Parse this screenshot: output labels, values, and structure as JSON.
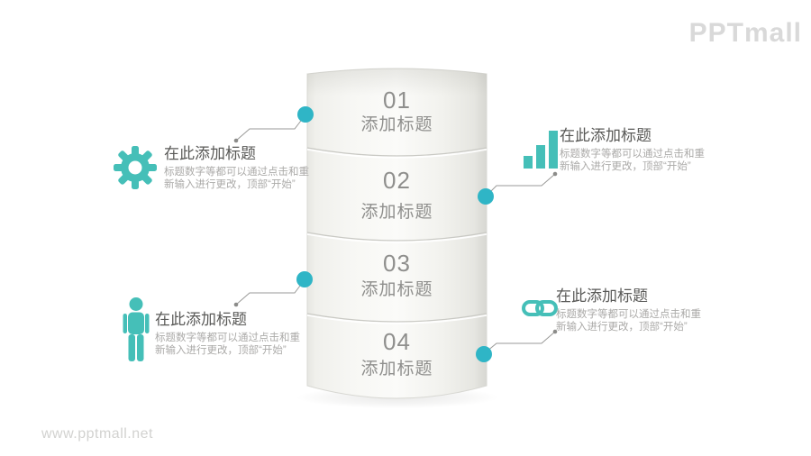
{
  "logo": {
    "text": "PPTmall"
  },
  "watermark": {
    "text": "www.pptmall.net"
  },
  "cylinder": {
    "sections": [
      {
        "number": "01",
        "title": "添加标题"
      },
      {
        "number": "02",
        "title": "添加标题"
      },
      {
        "number": "03",
        "title": "添加标题"
      },
      {
        "number": "04",
        "title": "添加标题"
      }
    ]
  },
  "callouts": {
    "top_left": {
      "icon": "gear-icon",
      "heading": "在此添加标题",
      "body_line1": "标题数字等都可以通过点击和重",
      "body_line2": "新输入进行更改，顶部“开始”"
    },
    "top_right": {
      "icon": "bar-chart-icon",
      "heading": "在此添加标题",
      "body_line1": "标题数字等都可以通过点击和重",
      "body_line2": "新输入进行更改，顶部“开始”"
    },
    "bottom_left": {
      "icon": "person-icon",
      "heading": "在此添加标题",
      "body_line1": "标题数字等都可以通过点击和重",
      "body_line2": "新输入进行更改，顶部“开始”"
    },
    "bottom_right": {
      "icon": "link-icon",
      "heading": "在此添加标题",
      "body_line1": "标题数字等都可以通过点击和重",
      "body_line2": "新输入进行更改，顶部“开始”"
    }
  },
  "colors": {
    "accent_icon": "#45bfb8",
    "accent_dot": "#2fb5c6",
    "connector_line": "#9a9a98",
    "heading_text": "#595957",
    "body_text": "#abaaa8",
    "cylinder_text": "#8f8f8d",
    "logo_text": "#d9d9d9",
    "watermark_text": "#d2d2d0"
  }
}
